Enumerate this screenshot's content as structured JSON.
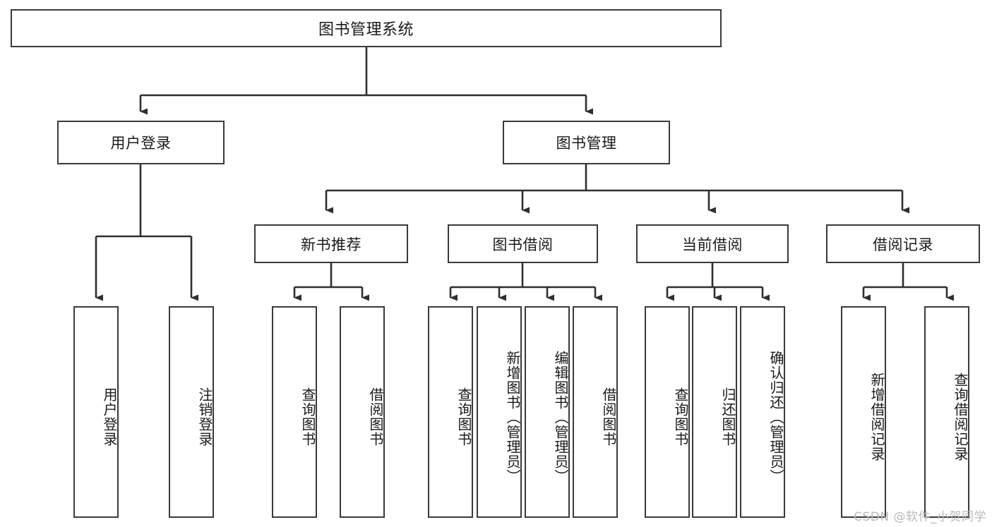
{
  "diagram": {
    "title": "图书管理系统",
    "type": "tree",
    "root": {
      "label": "图书管理系统"
    },
    "level1": [
      {
        "label": "用户登录"
      },
      {
        "label": "图书管理"
      }
    ],
    "level2": [
      {
        "label": "新书推荐"
      },
      {
        "label": "图书借阅"
      },
      {
        "label": "当前借阅"
      },
      {
        "label": "借阅记录"
      }
    ],
    "leaves": {
      "user_login": [
        {
          "label": "用户登录"
        },
        {
          "label": "注销登录"
        }
      ],
      "new_book_recommend": [
        {
          "label": "查询图书"
        },
        {
          "label": "借阅图书"
        }
      ],
      "book_borrow": [
        {
          "label": "查询图书"
        },
        {
          "label": "新增图书（管理员）"
        },
        {
          "label": "编辑图书（管理员）"
        },
        {
          "label": "借阅图书"
        }
      ],
      "current_borrow": [
        {
          "label": "查询图书"
        },
        {
          "label": "归还图书"
        },
        {
          "label": "确认归还（管理员）"
        }
      ],
      "borrow_record": [
        {
          "label": "新增借阅记录"
        },
        {
          "label": "查询借阅记录"
        }
      ]
    }
  },
  "watermark": {
    "text": "CSDN @软件_小贺同学"
  },
  "colors": {
    "box_border": "#3a3a3a",
    "line": "#2f2f2f",
    "background": "#ffffff",
    "text": "#1a1a1a",
    "watermark": "#b9b9b9"
  }
}
